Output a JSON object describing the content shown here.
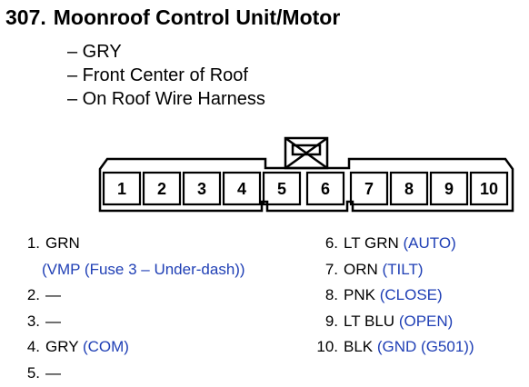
{
  "heading": {
    "number": "307.",
    "title": "Moonroof Control Unit/Motor"
  },
  "details": [
    "– GRY",
    "– Front Center of Roof",
    "– On Roof Wire Harness"
  ],
  "connector": {
    "pin_labels": [
      "1",
      "2",
      "3",
      "4",
      "5",
      "6",
      "7",
      "8",
      "9",
      "10"
    ]
  },
  "pins_left": [
    {
      "n": "1.",
      "color": "GRN",
      "function": ""
    },
    {
      "n": "",
      "color": "",
      "function": "(VMP (Fuse 3 – Under-dash))"
    },
    {
      "n": "2.",
      "color": "—",
      "function": ""
    },
    {
      "n": "3.",
      "color": "—",
      "function": ""
    },
    {
      "n": "4.",
      "color": "GRY",
      "function": "(COM)"
    },
    {
      "n": "5.",
      "color": "—",
      "function": ""
    }
  ],
  "pins_right": [
    {
      "n": "6.",
      "color": "LT GRN",
      "function": "(AUTO)"
    },
    {
      "n": "7.",
      "color": "ORN",
      "function": "(TILT)"
    },
    {
      "n": "8.",
      "color": "PNK",
      "function": "(CLOSE)"
    },
    {
      "n": "9.",
      "color": "LT BLU",
      "function": "(OPEN)"
    },
    {
      "n": "10.",
      "color": "BLK",
      "function": "(GND (G501))"
    }
  ],
  "colors": {
    "function_text": "#1f3fb5"
  }
}
